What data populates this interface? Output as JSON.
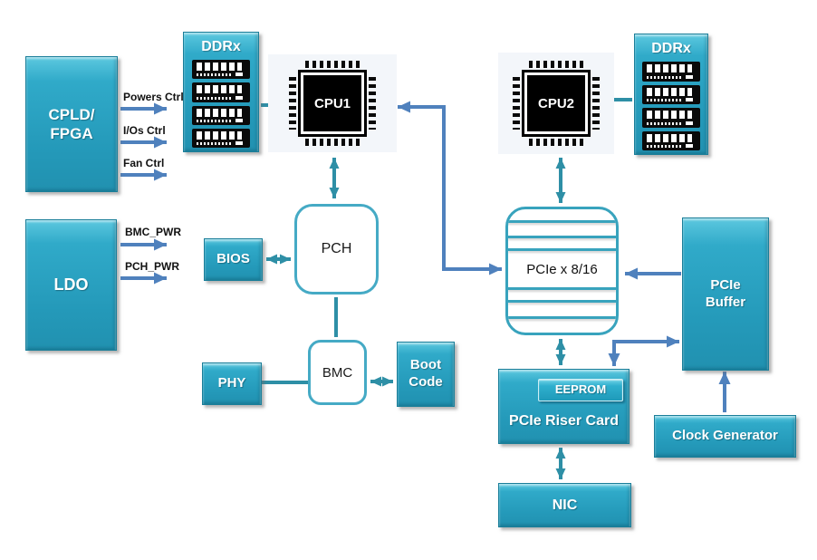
{
  "nodes": {
    "cpld": {
      "label": "CPLD/\nFPGA"
    },
    "ldo": {
      "label": "LDO"
    },
    "ddrx_left": {
      "label": "DDRx"
    },
    "cpu1": {
      "label": "CPU1"
    },
    "cpu2": {
      "label": "CPU2"
    },
    "ddrx_right": {
      "label": "DDRx"
    },
    "pch": {
      "label": "PCH"
    },
    "bios": {
      "label": "BIOS"
    },
    "bmc": {
      "label": "BMC"
    },
    "phy": {
      "label": "PHY"
    },
    "boot_code": {
      "label": "Boot\nCode"
    },
    "pcie_slot": {
      "label": "PCIe x 8/16"
    },
    "pcie_buffer": {
      "label": "PCIe\nBuffer"
    },
    "pcie_riser": {
      "label": "PCIe Riser Card"
    },
    "eeprom": {
      "label": "EEPROM"
    },
    "clock_gen": {
      "label": "Clock Generator"
    },
    "nic": {
      "label": "NIC"
    }
  },
  "signal_labels": {
    "powers_ctrl": "Powers Ctrl",
    "ios_ctrl": "I/Os Ctrl",
    "fan_ctrl": "Fan Ctrl",
    "bmc_pwr": "BMC_PWR",
    "pch_pwr": "PCH_PWR"
  },
  "colors": {
    "node_fill_teal": "#2BA3C4",
    "node_border_teal": "#1A7E99",
    "outline_teal": "#45AAC5",
    "connector_teal": "#2E8FA6",
    "connector_blue": "#4F81BD",
    "chip_black": "#000000",
    "background": "#FFFFFF"
  }
}
